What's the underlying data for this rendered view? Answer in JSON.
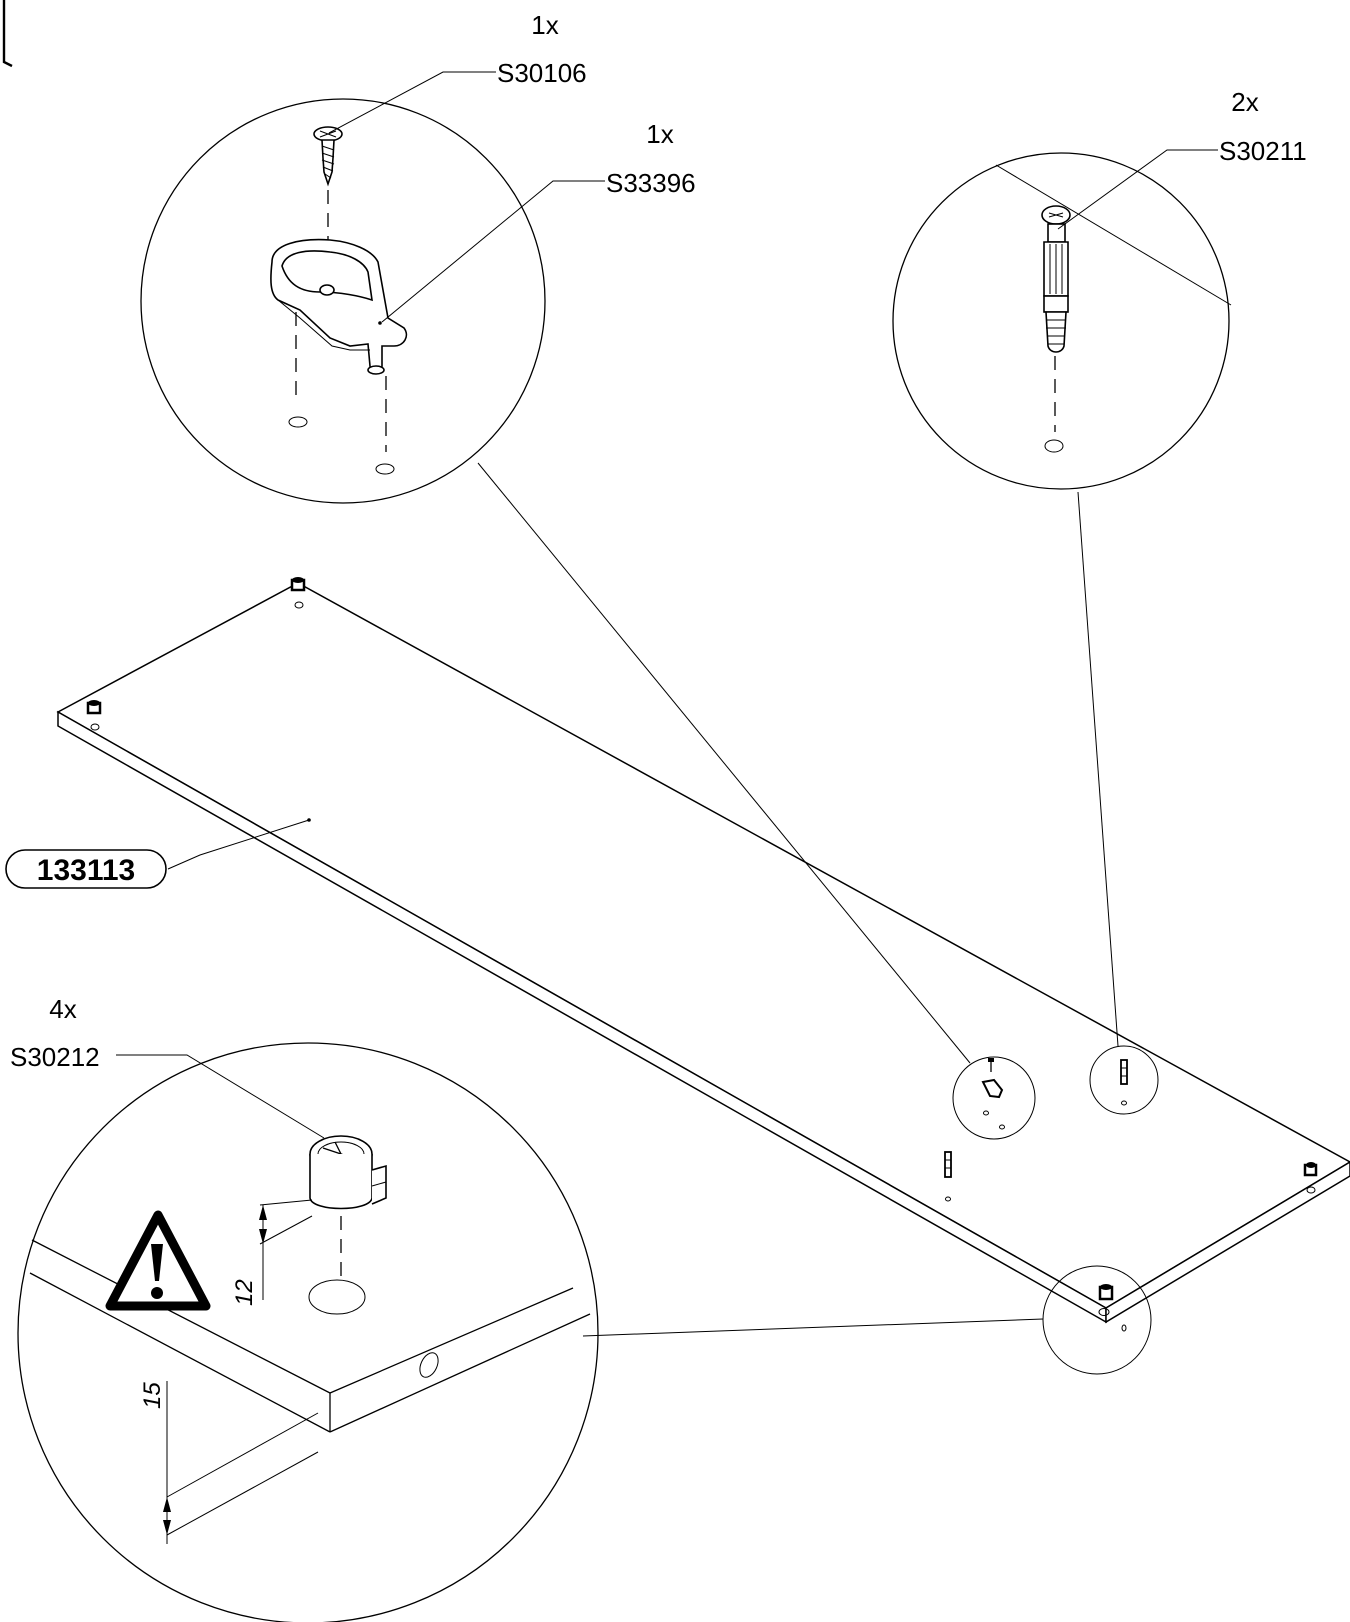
{
  "part_number": "133113",
  "callouts": {
    "screw": {
      "qty": "1x",
      "code": "S30106"
    },
    "bracket": {
      "qty": "1x",
      "code": "S33396"
    },
    "bolt": {
      "qty": "2x",
      "code": "S30211"
    },
    "cam": {
      "qty": "4x",
      "code": "S30212"
    }
  },
  "dimensions": {
    "cam_height": "12",
    "panel_thickness": "15"
  },
  "icons": [
    "warning-icon"
  ]
}
